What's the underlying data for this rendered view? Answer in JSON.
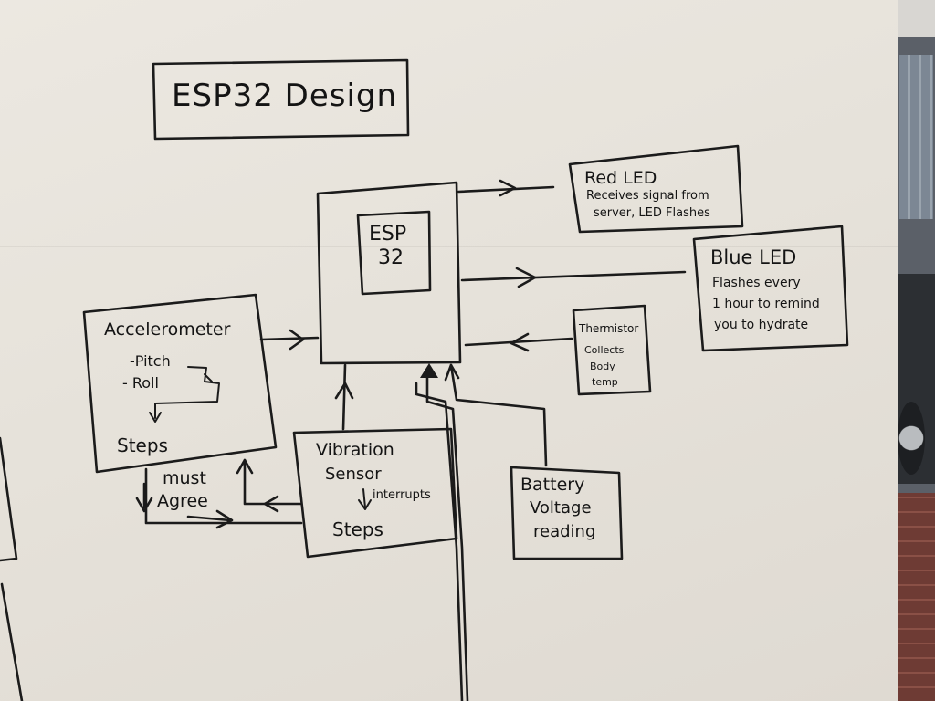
{
  "title": "ESP32 Design",
  "esp32": {
    "line1": "ESP",
    "line2": "32"
  },
  "red_led": {
    "title": "Red LED",
    "desc_line1": "Receives signal from",
    "desc_line2": "server, LED Flashes"
  },
  "blue_led": {
    "title": "Blue LED",
    "desc_line1": "Flashes every",
    "desc_line2": "1 hour to remind",
    "desc_line3": "you to hydrate"
  },
  "thermistor": {
    "title": "Thermistor",
    "desc_line1": "Collects",
    "desc_line2": "Body",
    "desc_line3": "temp"
  },
  "accelerometer": {
    "title": "Accelerometer",
    "item1": "-Pitch",
    "item2": "- Roll",
    "output": "Steps"
  },
  "vibration_sensor": {
    "line1": "Vibration",
    "line2": "Sensor",
    "note": "interrupts",
    "output": "Steps"
  },
  "battery": {
    "line1": "Battery",
    "line2": "Voltage",
    "line3": "reading"
  },
  "must_agree": {
    "line1": "must",
    "line2": "Agree"
  }
}
